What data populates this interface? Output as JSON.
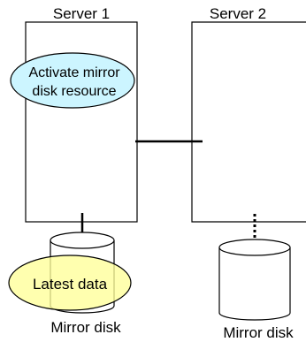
{
  "servers": [
    {
      "label": "Server 1"
    },
    {
      "label": "Server 2"
    }
  ],
  "callouts": {
    "activate": {
      "line1": "Activate mirror",
      "line2": "disk resource",
      "fill": "#ccf5ff"
    },
    "latest": {
      "label": "Latest data",
      "fill": "#ffff99"
    }
  },
  "disks": [
    {
      "label": "Mirror disk"
    },
    {
      "label": "Mirror disk"
    }
  ],
  "colors": {
    "stroke": "#000000",
    "background": "#ffffff"
  }
}
